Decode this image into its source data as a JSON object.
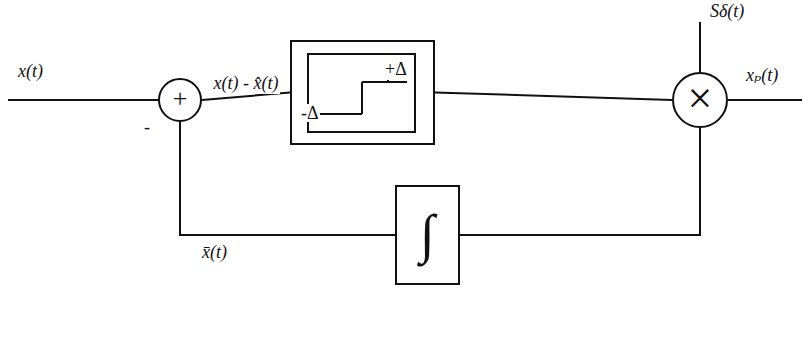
{
  "diagram": {
    "nodes": [
      {
        "text": [
          "+"
        ]
      },
      {
        "text": [
          "+Δ",
          "-Δ"
        ]
      },
      {
        "text": [
          "×"
        ]
      },
      {
        "text": [
          "∫"
        ]
      }
    ],
    "edges": [
      {
        "from": 0,
        "to": 1,
        "arrow": "none",
        "label": "x(t) - x̂(t)"
      },
      {
        "from": 1,
        "to": 2,
        "arrow": "none"
      },
      {
        "from": 2,
        "to": 3,
        "arrow": "none"
      },
      {
        "from": 3,
        "to": 0,
        "arrow": "none",
        "label": "x̄(t)"
      }
    ],
    "labels": [
      "x(t)",
      "-",
      "Sδ(t)",
      "xₚ(t)"
    ]
  }
}
